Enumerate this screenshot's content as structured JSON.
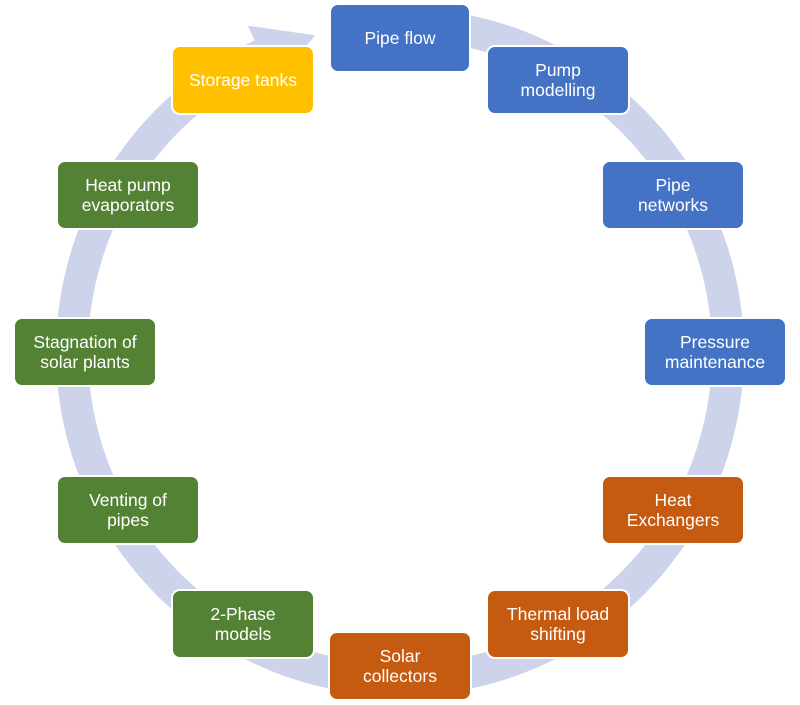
{
  "diagram": {
    "type": "cycle",
    "colors": {
      "ring": "#cdd3ea",
      "blue": "#4472c4",
      "orange": "#c55a11",
      "green": "#548235",
      "yellow": "#ffc000",
      "text": "#ffffff"
    },
    "nodes": [
      {
        "label": "Pipe flow",
        "group": "blue"
      },
      {
        "label": "Pump\nmodelling",
        "group": "blue"
      },
      {
        "label": "Pipe\nnetworks",
        "group": "blue"
      },
      {
        "label": "Pressure\nmaintenance",
        "group": "blue"
      },
      {
        "label": "Heat\nExchangers",
        "group": "orange"
      },
      {
        "label": "Thermal load\nshifting",
        "group": "orange"
      },
      {
        "label": "Solar\ncollectors",
        "group": "orange"
      },
      {
        "label": "2-Phase\nmodels",
        "group": "green"
      },
      {
        "label": "Venting of\npipes",
        "group": "green"
      },
      {
        "label": "Stagnation of\nsolar plants",
        "group": "green"
      },
      {
        "label": "Heat pump\nevaporators",
        "group": "green"
      },
      {
        "label": "Storage tanks",
        "group": "yellow"
      }
    ]
  }
}
